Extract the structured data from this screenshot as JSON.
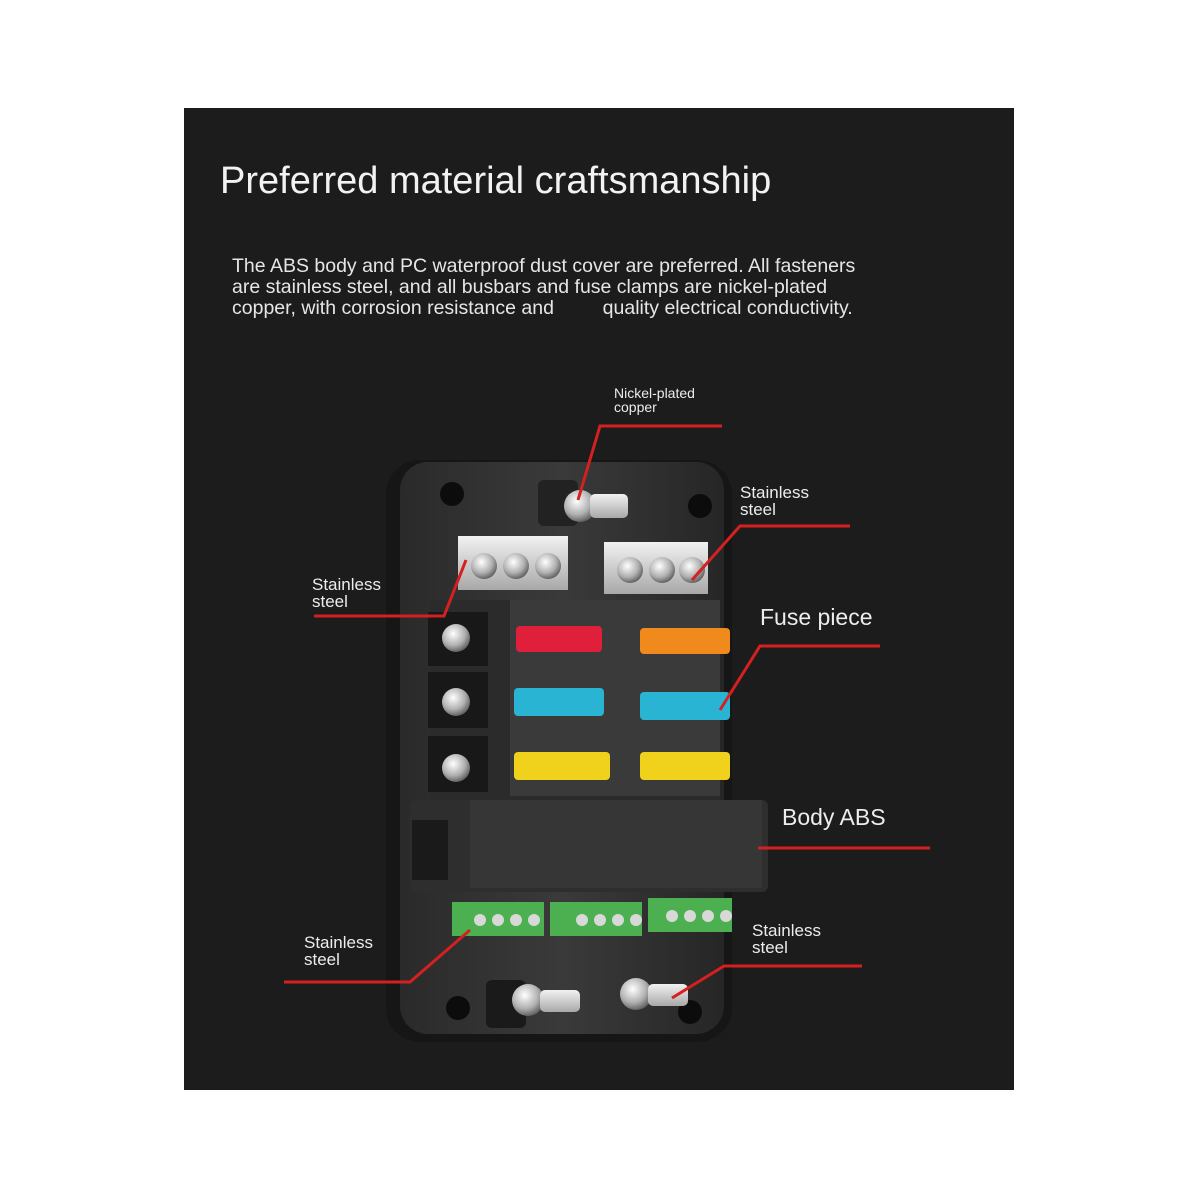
{
  "heading": "Preferred material craftsmanship",
  "description": {
    "line1": "The ABS body and PC waterproof dust cover are preferred. All fasteners",
    "line2": "are stainless steel, and all busbars and fuse clamps are nickel-plated",
    "line3": "copper, with corrosion resistance and         quality electrical conductivity."
  },
  "callouts": {
    "nickel": {
      "line1": "Nickel-plated",
      "line2": "copper"
    },
    "stainless_top_right": {
      "line1": "Stainless",
      "line2": "steel"
    },
    "stainless_left": {
      "line1": "Stainless",
      "line2": "steel"
    },
    "fuse_piece": "Fuse piece",
    "body_abs": "Body ABS",
    "stainless_bottom_left": {
      "line1": "Stainless",
      "line2": "steel"
    },
    "stainless_bottom_right": {
      "line1": "Stainless",
      "line2": "steel"
    }
  },
  "colors": {
    "panel_background": "#1c1c1c",
    "leader_line": "#d42020",
    "fuse_red": "#e0203a",
    "fuse_orange": "#f08a1c",
    "fuse_blue": "#2ab4d4",
    "fuse_yellow": "#f0d21c",
    "terminal_green": "#4caf50"
  }
}
